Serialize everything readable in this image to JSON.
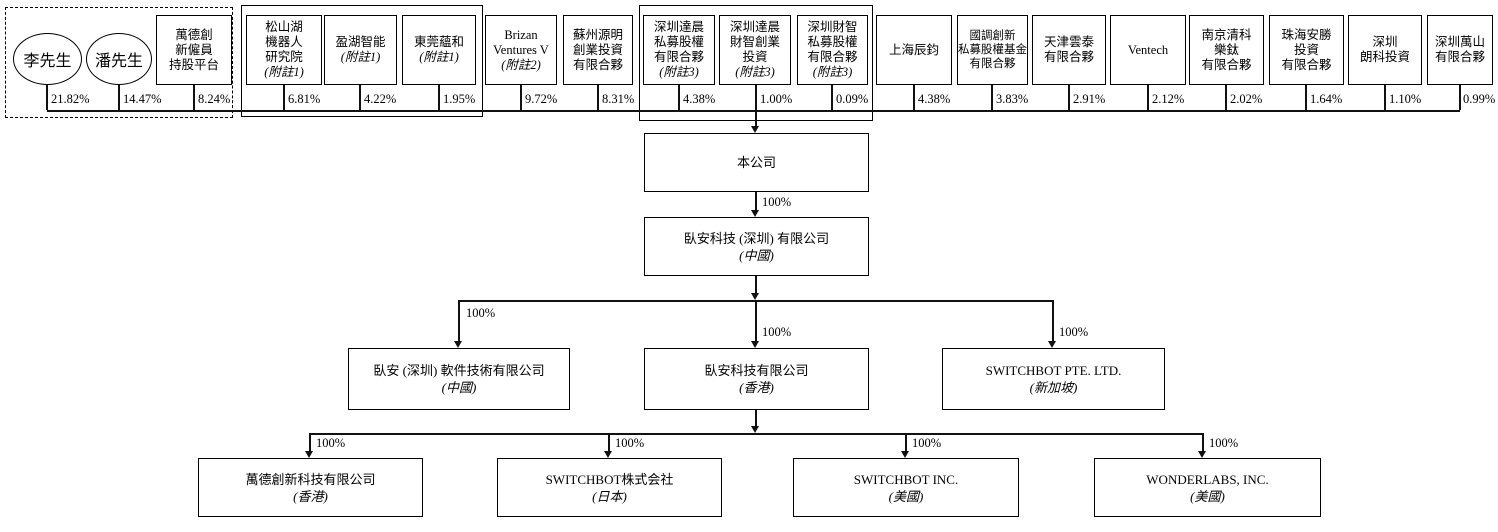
{
  "shareholders": [
    {
      "name": "李先生",
      "pct": "21.82%"
    },
    {
      "name": "潘先生",
      "pct": "14.47%"
    },
    {
      "name": "萬德創\n新僱員\n持股平台",
      "pct": "8.24%"
    },
    {
      "name": "松山湖\n機器人\n研究院",
      "note": "(附註1)",
      "pct": "6.81%"
    },
    {
      "name": "盈湖智能",
      "note": "(附註1)",
      "pct": "4.22%"
    },
    {
      "name": "東莞蘊和",
      "note": "(附註1)",
      "pct": "1.95%"
    },
    {
      "name": "Brizan\nVentures V",
      "note": "(附註2)",
      "pct": "9.72%"
    },
    {
      "name": "蘇州源明\n創業投資\n有限合夥",
      "pct": "8.31%"
    },
    {
      "name": "深圳達晨\n私募股權\n有限合夥",
      "note": "(附註3)",
      "pct": "4.38%"
    },
    {
      "name": "深圳達晨\n財智創業\n投資",
      "note": "(附註3)",
      "pct": "1.00%"
    },
    {
      "name": "深圳財智\n私募股權\n有限合夥",
      "note": "(附註3)",
      "pct": "0.09%"
    },
    {
      "name": "上海辰鈞",
      "pct": "4.38%"
    },
    {
      "name": "國調創新\n私募股權基金\n有限合夥",
      "pct": "3.83%"
    },
    {
      "name": "天津雲泰\n有限合夥",
      "pct": "2.91%"
    },
    {
      "name": "Ventech",
      "pct": "2.12%"
    },
    {
      "name": "南京清科\n樂鈦\n有限合夥",
      "pct": "2.02%"
    },
    {
      "name": "珠海安勝\n投資\n有限合夥",
      "pct": "1.64%"
    },
    {
      "name": "深圳\n朗科投資",
      "pct": "1.10%"
    },
    {
      "name": "深圳萬山\n有限合夥",
      "pct": "0.99%"
    }
  ],
  "companies": {
    "parent": {
      "name": "本公司"
    },
    "cn": {
      "name": "臥安科技 (深圳) 有限公司",
      "region": "(中國)"
    },
    "software": {
      "name": "臥安 (深圳) 軟件技術有限公司",
      "region": "(中國)"
    },
    "hk": {
      "name": "臥安科技有限公司",
      "region": "(香港)"
    },
    "sg": {
      "name": "SWITCHBOT PTE. LTD.",
      "region": "(新加坡)"
    },
    "wonder_hk": {
      "name": "萬德創新科技有限公司",
      "region": "(香港)"
    },
    "jp": {
      "name": "SWITCHBOT株式会社",
      "region": "(日本)"
    },
    "us": {
      "name": "SWITCHBOT INC.",
      "region": "(美國)"
    },
    "wonderlabs": {
      "name": "WONDERLABS, INC.",
      "region": "(美國)"
    }
  },
  "ownership_label": "100%"
}
